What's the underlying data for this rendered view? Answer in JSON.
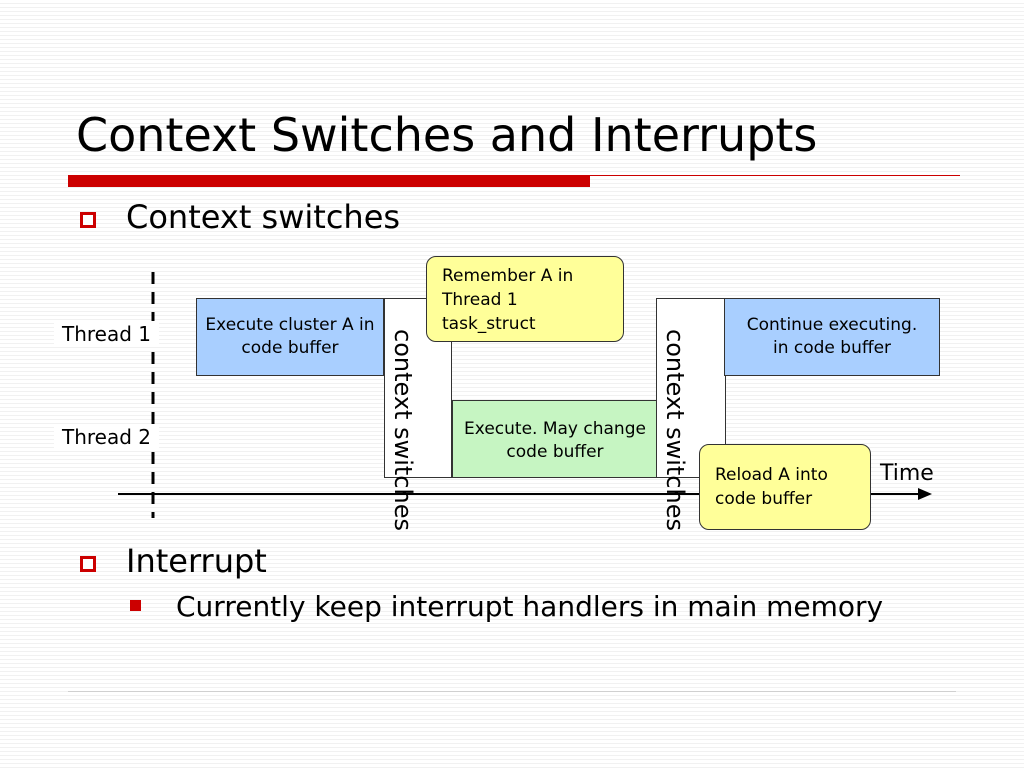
{
  "slide": {
    "title": "Context Switches and Interrupts",
    "bullets": [
      {
        "text": "Context switches"
      },
      {
        "text": "Interrupt",
        "sub": [
          {
            "text": "Currently keep interrupt handlers in main memory"
          }
        ]
      }
    ]
  },
  "diagram": {
    "threads": [
      "Thread 1",
      "Thread 2"
    ],
    "boxes": {
      "execute_cluster": "Execute cluster A in code buffer",
      "switch_1": "context switches",
      "execute_may": "Execute. May change code buffer",
      "switch_2": "context switches",
      "continue_exec": "Continue executing. in code buffer"
    },
    "callouts": {
      "remember": "Remember A in Thread 1 task_struct",
      "reload": "Reload A into code buffer"
    },
    "time_label": "Time"
  },
  "colors": {
    "accent_red": "#cc0000",
    "box_blue": "#a9cfff",
    "box_green": "#c6f5c2",
    "callout_yellow": "#ffff99"
  }
}
